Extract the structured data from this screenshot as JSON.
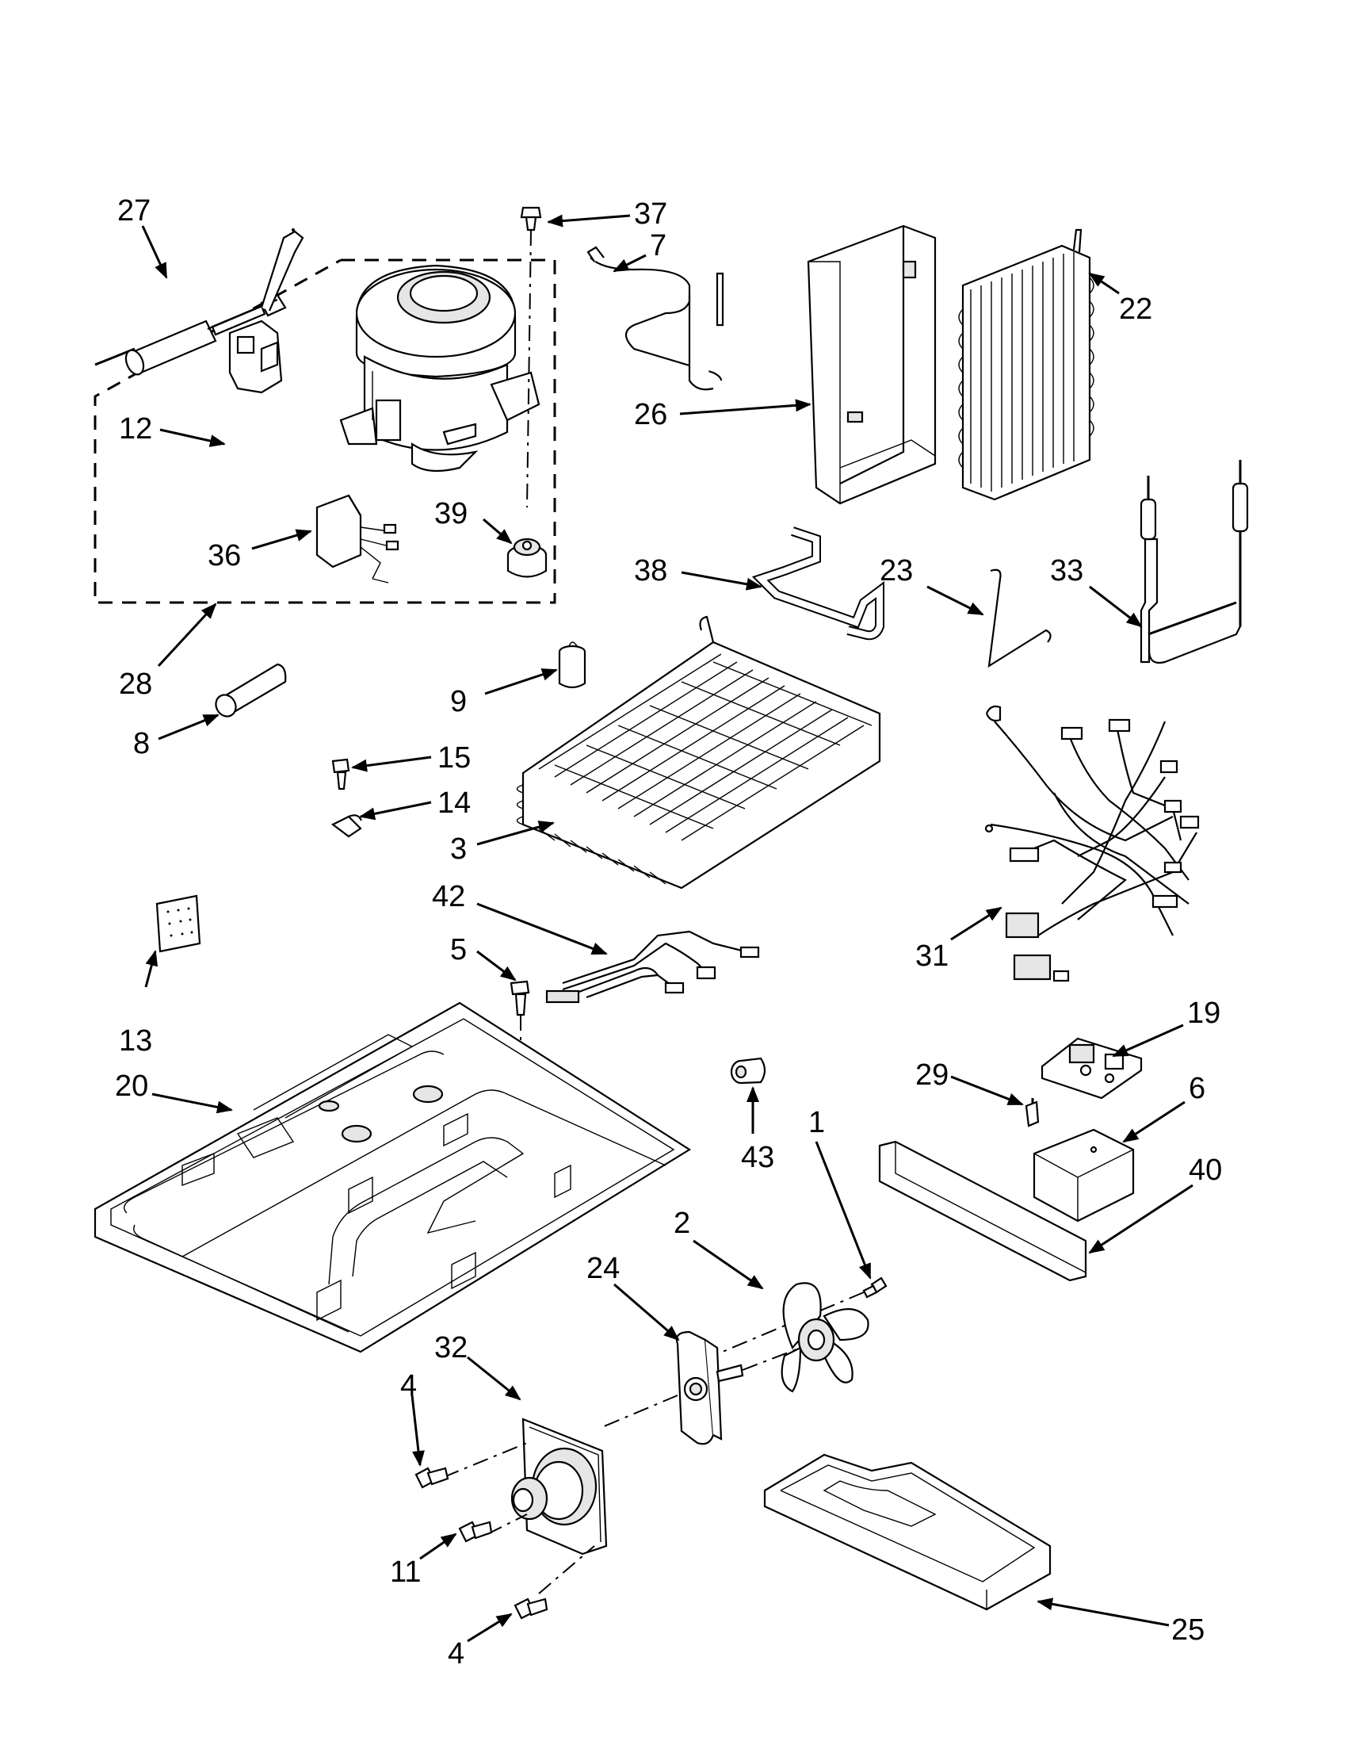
{
  "callouts": {
    "c1": "1",
    "c2": "2",
    "c3": "3",
    "c4a": "4",
    "c4b": "4",
    "c5": "5",
    "c6": "6",
    "c7": "7",
    "c8": "8",
    "c9": "9",
    "c11": "11",
    "c12": "12",
    "c13": "13",
    "c14": "14",
    "c15": "15",
    "c19": "19",
    "c20": "20",
    "c22": "22",
    "c23": "23",
    "c24": "24",
    "c25": "25",
    "c26": "26",
    "c27": "27",
    "c28": "28",
    "c29": "29",
    "c31": "31",
    "c32": "32",
    "c33": "33",
    "c36": "36",
    "c37": "37",
    "c38": "38",
    "c39": "39",
    "c40": "40",
    "c42": "42",
    "c43": "43"
  }
}
